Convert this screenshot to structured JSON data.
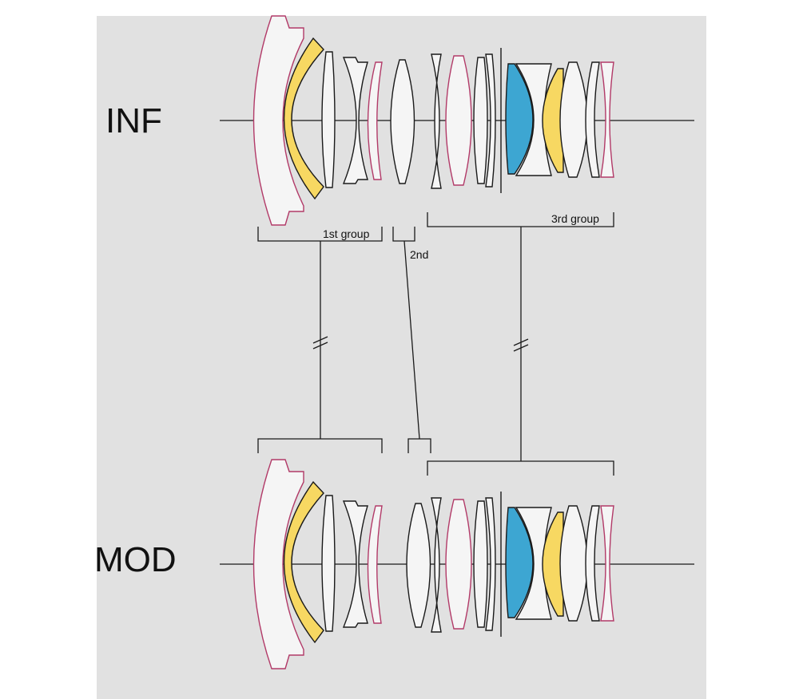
{
  "states": {
    "top": "INF",
    "bottom": "MOD"
  },
  "groups": {
    "first": "1st group",
    "second": "2nd",
    "third": "3rd group"
  },
  "colors": {
    "panel": "#e1e1e1",
    "glass": "#f5f5f5",
    "outline": "#1a1a1a",
    "special_edge": "#b23a68",
    "yellow": "#f7d862",
    "blue": "#3da6d2"
  }
}
